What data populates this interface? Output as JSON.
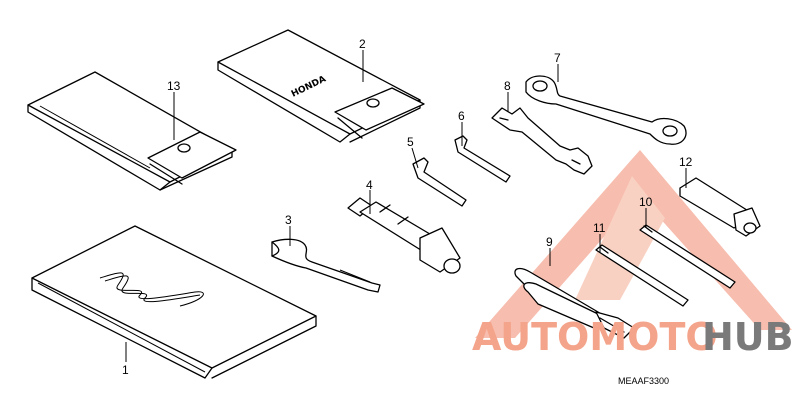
{
  "diagram": {
    "diagram_code": "MEAAF3300",
    "brand_stamp": "HONDA",
    "callouts": [
      "1",
      "2",
      "3",
      "4",
      "5",
      "6",
      "7",
      "8",
      "9",
      "10",
      "11",
      "12",
      "13"
    ]
  },
  "watermark": {
    "text_part1": "AUTOMOTO",
    "text_part2": "HUB",
    "color_primary": "#F4A48A",
    "color_secondary": "#F7C77A",
    "color_hub": "#7A7A7A"
  }
}
